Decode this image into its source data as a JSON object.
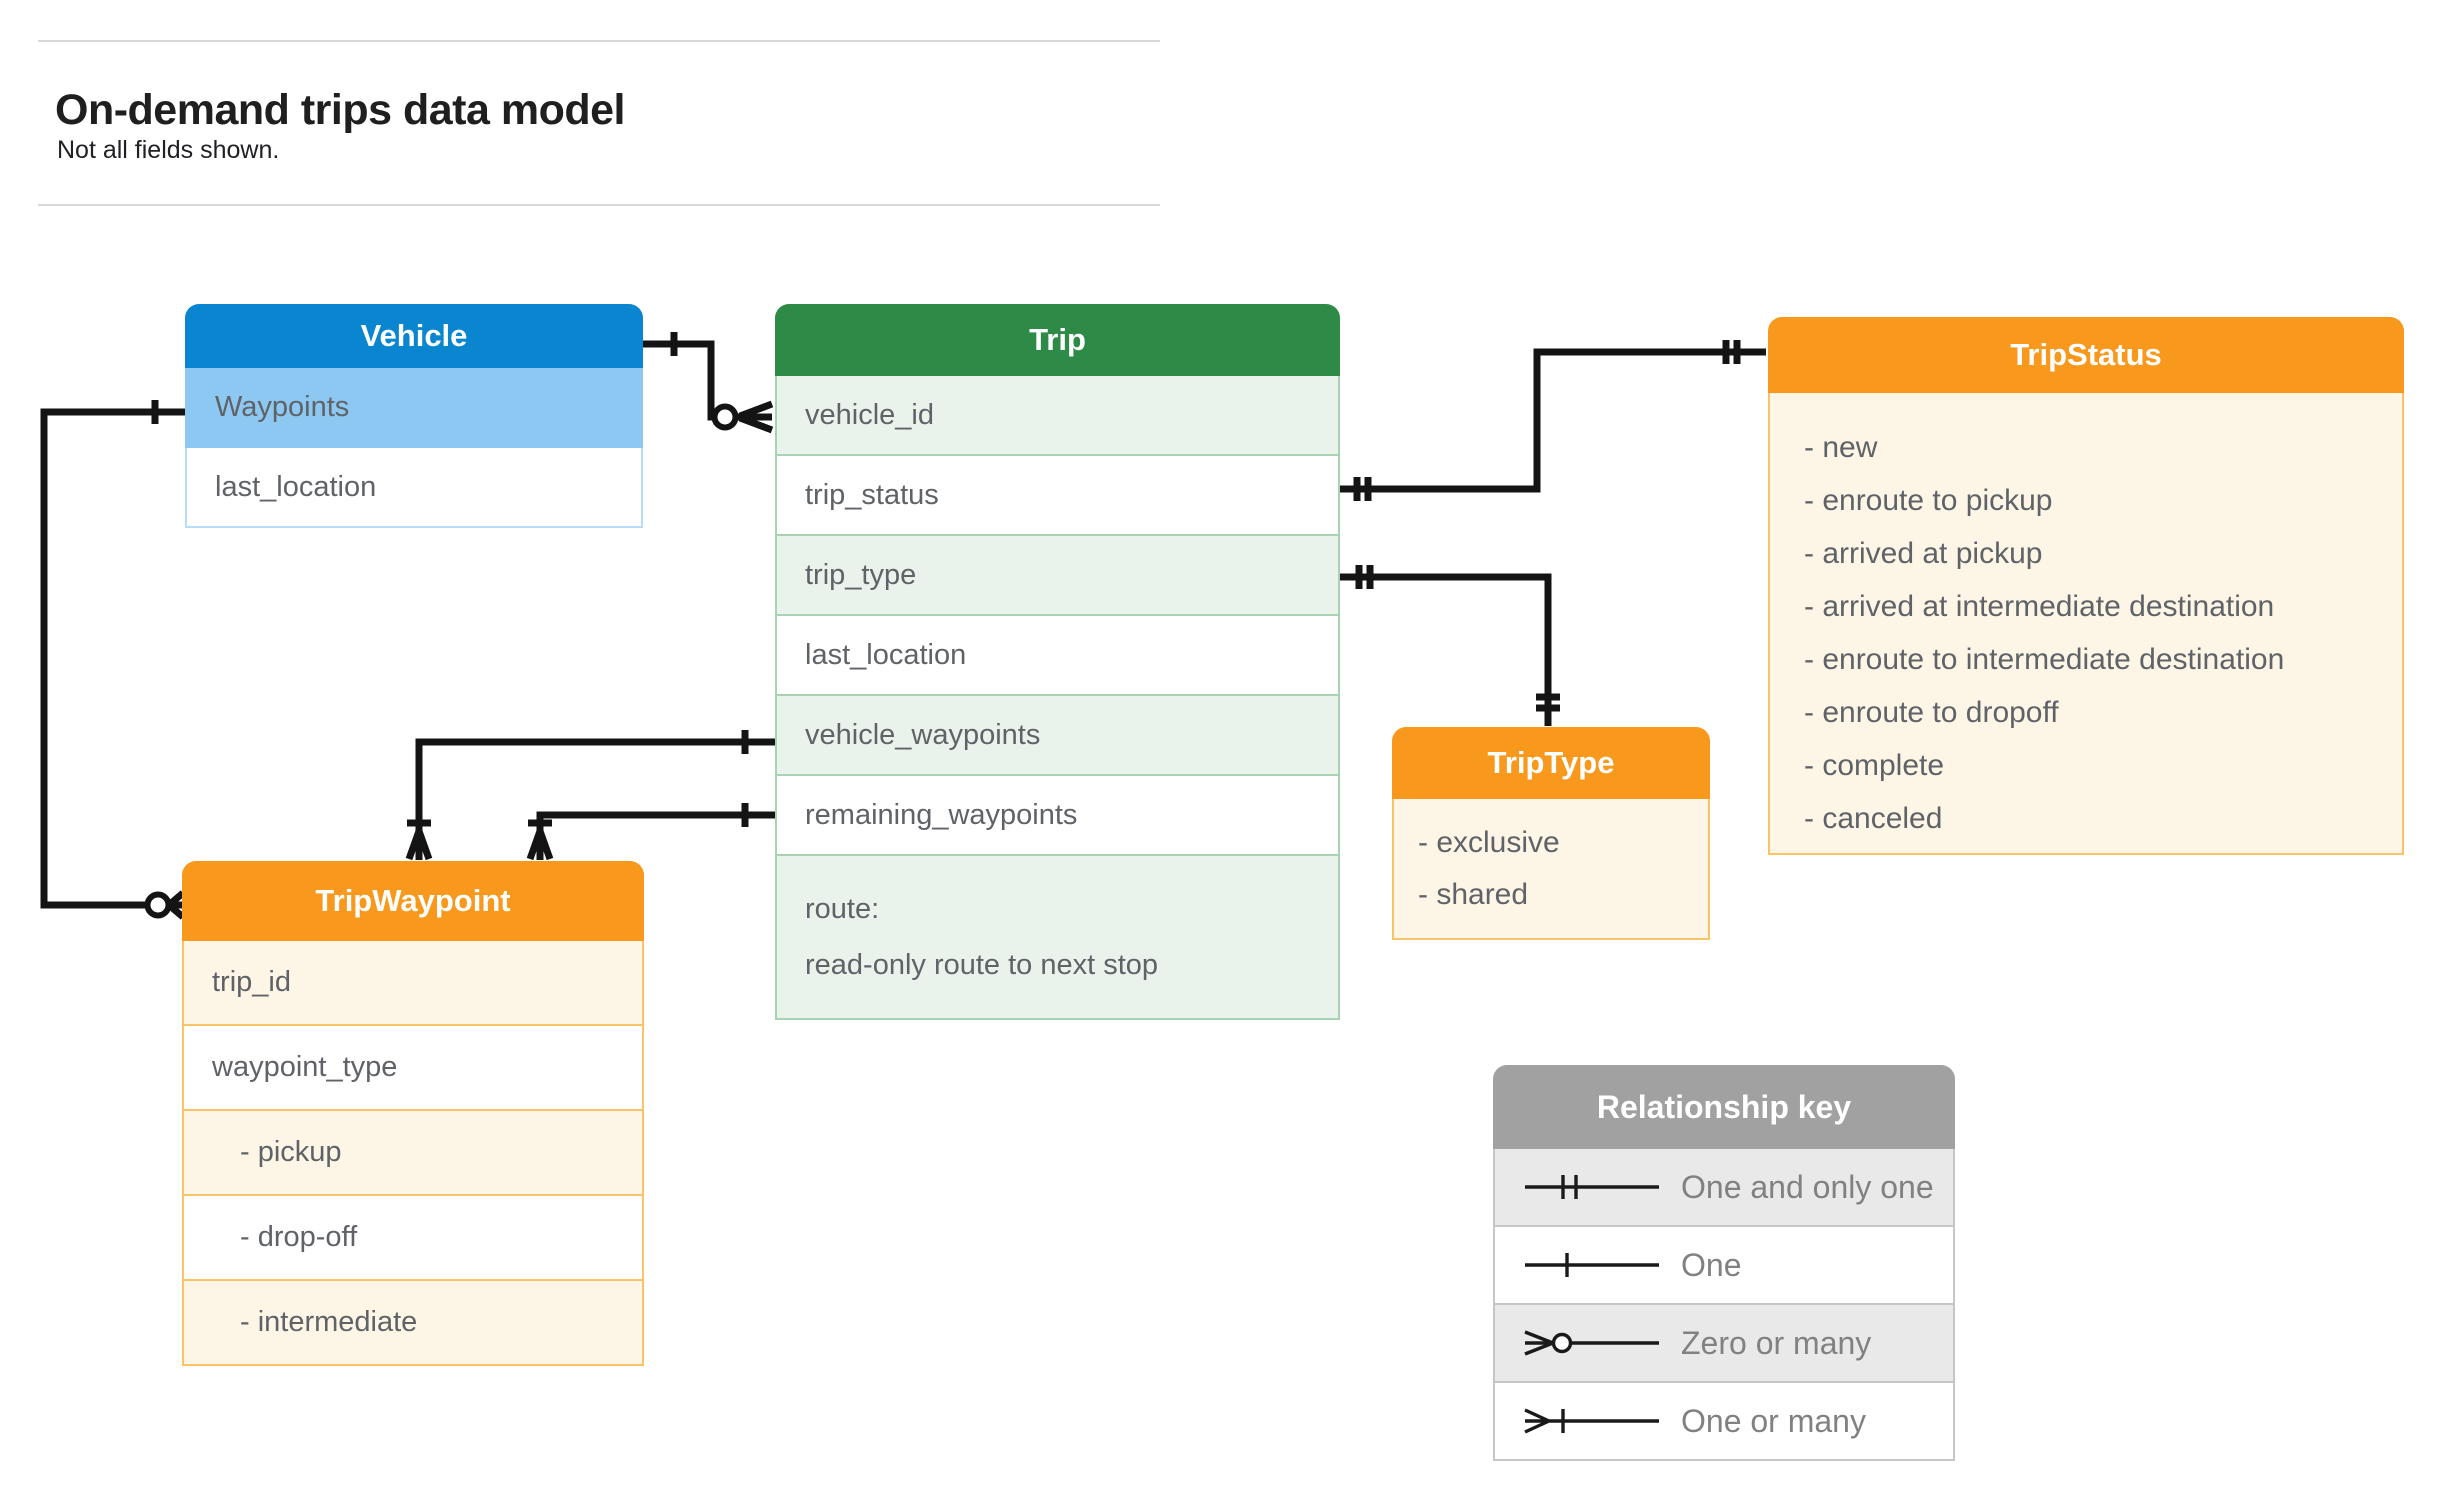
{
  "page": {
    "title": "On-demand trips data model",
    "subtitle": "Not all fields shown."
  },
  "entities": {
    "vehicle": {
      "title": "Vehicle",
      "fields": [
        "Waypoints",
        "last_location"
      ]
    },
    "trip": {
      "title": "Trip",
      "fields": [
        "vehicle_id",
        "trip_status",
        "trip_type",
        "last_location",
        "vehicle_waypoints",
        "remaining_waypoints"
      ],
      "route": {
        "line1": "route:",
        "line2": "read-only route to next stop"
      }
    },
    "tripStatus": {
      "title": "TripStatus",
      "values": [
        "- new",
        "- enroute to pickup",
        "- arrived at pickup",
        "- arrived at intermediate destination",
        "- enroute to intermediate destination",
        "- enroute to dropoff",
        "- complete",
        "- canceled"
      ]
    },
    "tripType": {
      "title": "TripType",
      "values": [
        "- exclusive",
        "- shared"
      ]
    },
    "tripWaypoint": {
      "title": "TripWaypoint",
      "fields": [
        "trip_id",
        "waypoint_type",
        "- pickup",
        "- drop-off",
        "- intermediate"
      ]
    }
  },
  "legend": {
    "title": "Relationship key",
    "items": [
      {
        "symbol": "one-and-only-one",
        "label": "One and only one"
      },
      {
        "symbol": "one",
        "label": "One"
      },
      {
        "symbol": "zero-or-many",
        "label": "Zero or many"
      },
      {
        "symbol": "one-or-many",
        "label": "One or many"
      }
    ]
  },
  "colors": {
    "blue_header": "#0a86d1",
    "blue_row": "#8dc8f2",
    "green_header": "#2e8b47",
    "green_row": "#e9f3ec",
    "green_border": "#a8d3b3",
    "orange_header": "#f8991d",
    "orange_row": "#fdf5e6",
    "orange_border": "#f9c468",
    "gray_header": "#a1a1a1",
    "gray_row": "#e9e9e9",
    "field_text": "#5f6368",
    "connector": "#141414"
  }
}
